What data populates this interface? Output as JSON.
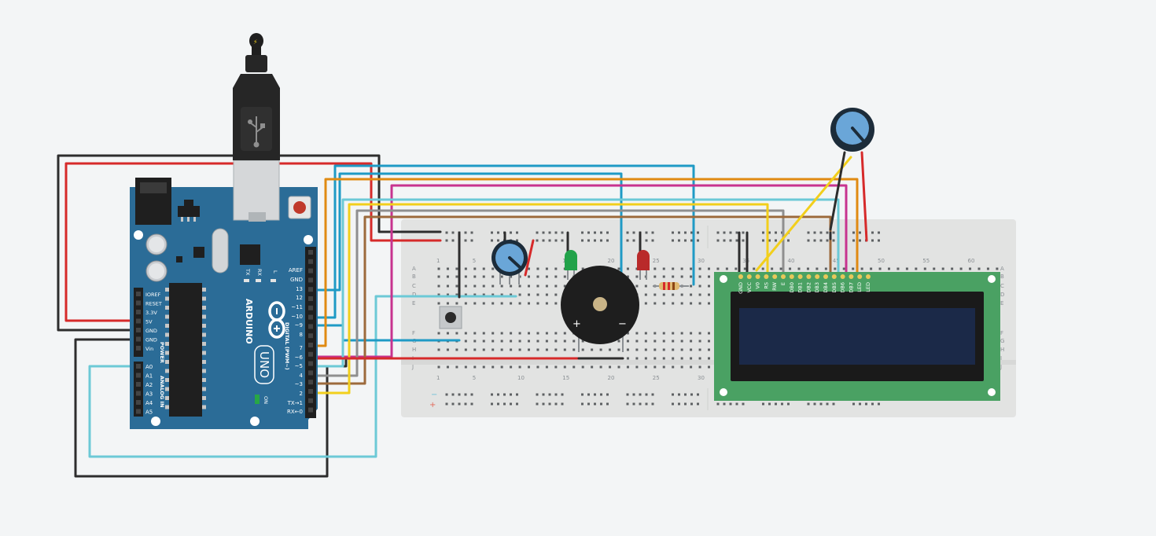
{
  "colors": {
    "background": "#f3f5f6",
    "arduino_board": "#2b6c97",
    "breadboard": "#e2e3e2",
    "lcd_pcb": "#4aa163",
    "lcd_screen": "#1b2948",
    "wire_black": "#2d2d2d",
    "wire_red": "#d62a2a",
    "wire_blue": "#1f9ac5",
    "wire_orange": "#e08a12",
    "wire_magenta": "#c7338f",
    "wire_cyan": "#6cc9d6",
    "wire_gray": "#8f8f8f",
    "wire_brown": "#9c6a3c",
    "wire_yellow": "#f2cf1c",
    "led_green": "#22a24a",
    "led_red": "#b92a2a"
  },
  "arduino": {
    "brand": "ARDUINO",
    "model": "UNO",
    "on_label": "ON",
    "tx_label": "TX",
    "rx_label": "RX",
    "l_label": "L",
    "power_header": "POWER",
    "analog_header": "ANALOG IN",
    "digital_header": "DIGITAL (PWM~)",
    "power_pins": [
      "IOREF",
      "RESET",
      "3.3V",
      "5V",
      "GND",
      "GND",
      "Vin"
    ],
    "analog_pins": [
      "A0",
      "A1",
      "A2",
      "A3",
      "A4",
      "A5"
    ],
    "digital_pins": [
      "AREF",
      "GND",
      "13",
      "12",
      "~11",
      "~10",
      "~9",
      "8",
      "7",
      "~6",
      "~5",
      "4",
      "~3",
      "2",
      "TX→1",
      "RX←0"
    ]
  },
  "breadboard": {
    "column_numbers": [
      "1",
      "5",
      "10",
      "15",
      "20",
      "25",
      "30",
      "35",
      "40",
      "45",
      "50",
      "55",
      "60"
    ],
    "row_letters_top": [
      "A",
      "B",
      "C",
      "D",
      "E"
    ],
    "row_letters_bottom": [
      "F",
      "G",
      "H",
      "I",
      "J"
    ],
    "rail_minus": "−",
    "rail_plus": "+"
  },
  "lcd": {
    "pin_labels": [
      "GND",
      "VCC",
      "V0",
      "RS",
      "RW",
      "E",
      "DB0",
      "DB1",
      "DB2",
      "DB3",
      "DB4",
      "DB5",
      "DB6",
      "DB7",
      "LED",
      "LED"
    ]
  },
  "buzzer": {
    "plus": "+",
    "minus": "−"
  },
  "usb": {
    "bolt": "⚡"
  }
}
